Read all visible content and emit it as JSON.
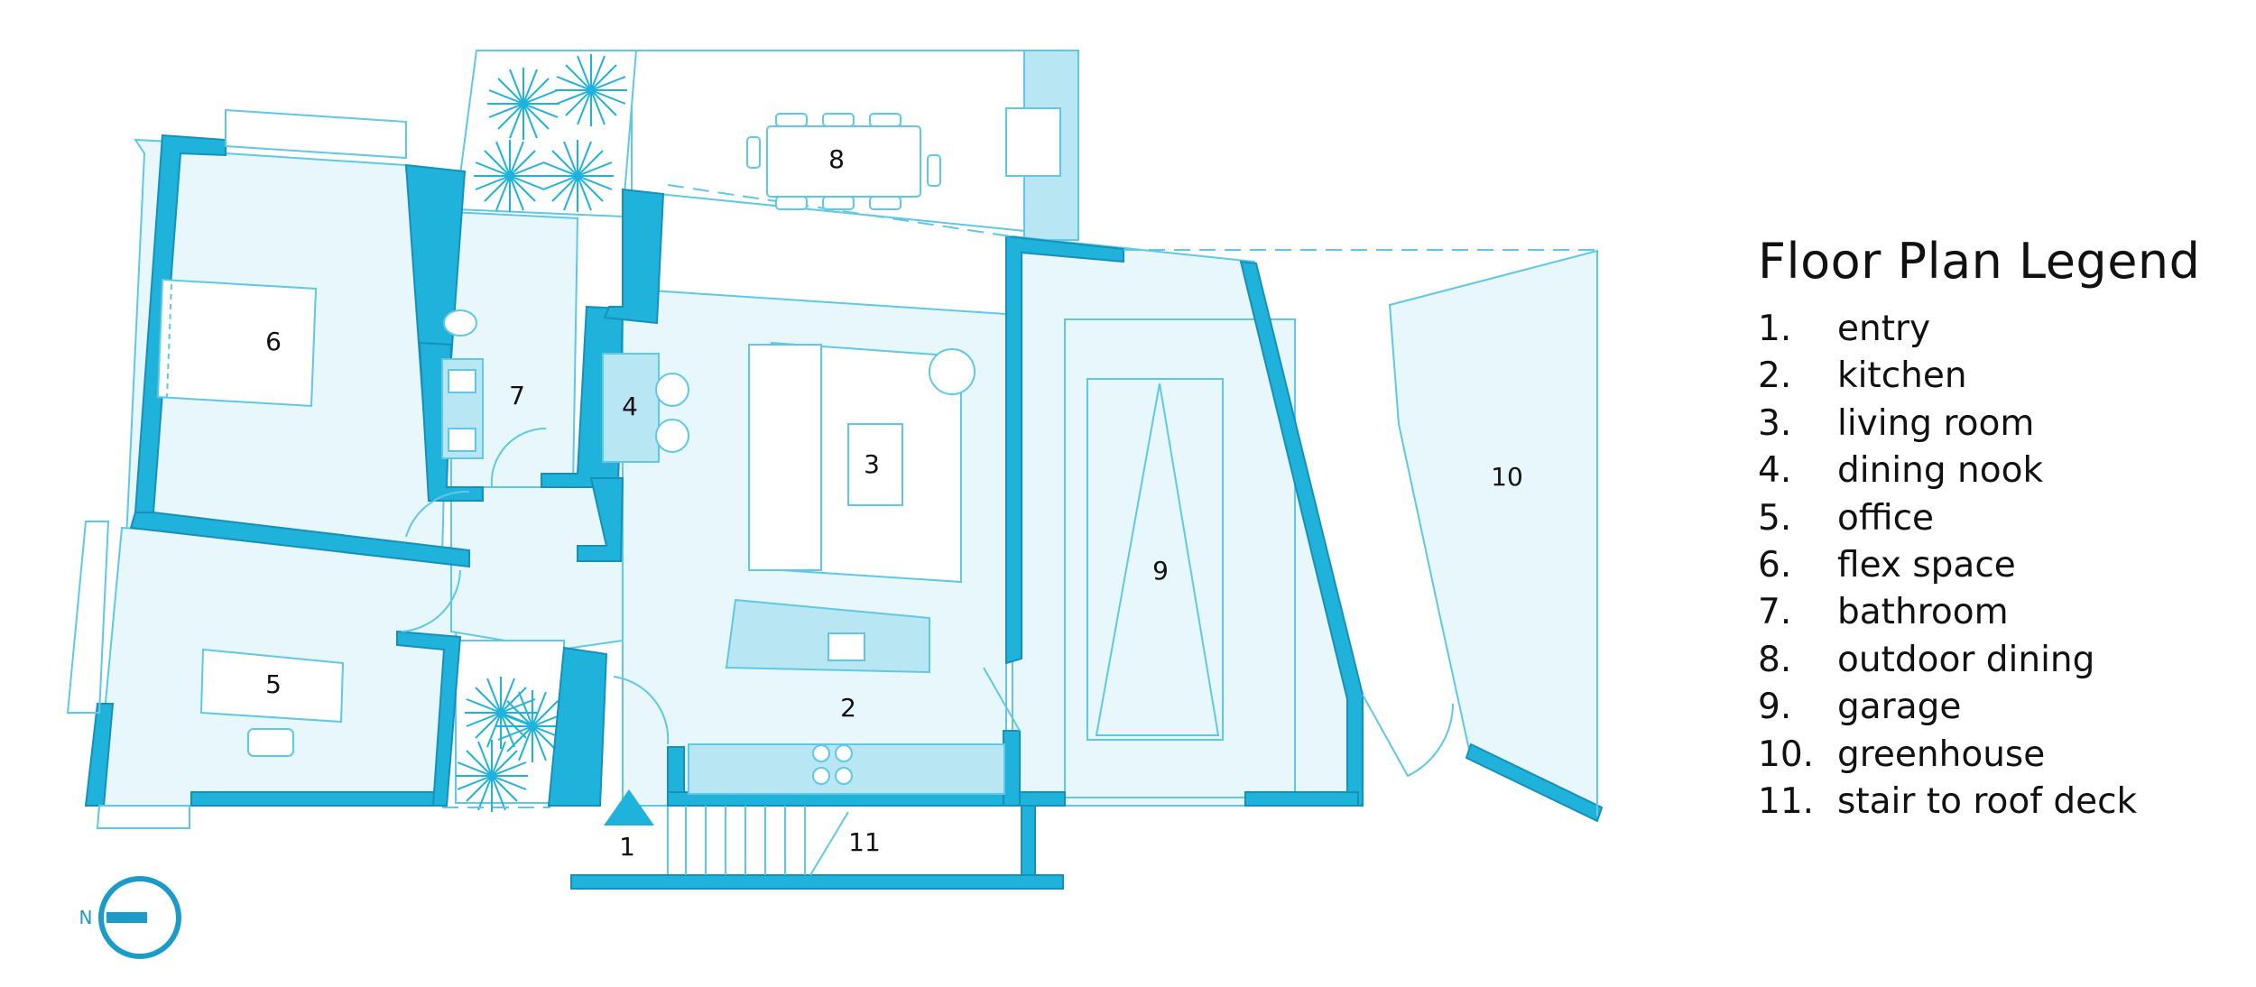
{
  "legend": {
    "title": "Floor Plan Legend",
    "items": [
      {
        "num": "1.",
        "label": "entry"
      },
      {
        "num": "2.",
        "label": "kitchen"
      },
      {
        "num": "3.",
        "label": "living room"
      },
      {
        "num": "4.",
        "label": "dining nook"
      },
      {
        "num": "5.",
        "label": "office"
      },
      {
        "num": "6.",
        "label": "flex space"
      },
      {
        "num": "7.",
        "label": "bathroom"
      },
      {
        "num": "8.",
        "label": "outdoor dining"
      },
      {
        "num": "9.",
        "label": "garage"
      },
      {
        "num": "10.",
        "label": "greenhouse"
      },
      {
        "num": "11.",
        "label": "stair to roof deck"
      }
    ]
  },
  "plan": {
    "room_numbers": [
      "1",
      "2",
      "3",
      "4",
      "5",
      "6",
      "7",
      "8",
      "9",
      "10",
      "11"
    ]
  },
  "compass": {
    "label": "N"
  },
  "colors": {
    "wall": "#1fb3dc",
    "wall_stroke": "#1590bb",
    "floor": "#e7f7fb",
    "floor_dark": "#b8e6f3",
    "line": "#5fc8e6",
    "text": "#111111"
  }
}
